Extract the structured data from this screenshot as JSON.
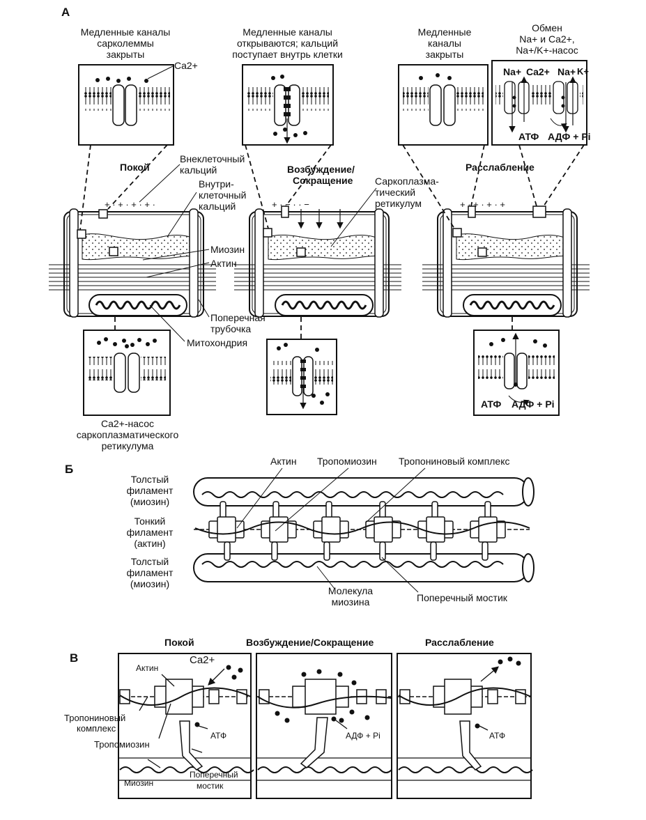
{
  "panel_a": {
    "letter": "А",
    "col1": {
      "top_caption_1": "Медленные каналы",
      "top_caption_2": "сарколеммы",
      "top_caption_3": "закрыты",
      "ion_label": "Ca2+",
      "state_label": "Покой",
      "bottom_caption_1": "Ca2+-насос",
      "bottom_caption_2": "саркоплазматического",
      "bottom_caption_3": "ретикулума"
    },
    "col2": {
      "top_caption_1": "Медленные каналы",
      "top_caption_2": "открываются; кальций",
      "top_caption_3": "поступает внутрь клетки",
      "state_label_1": "Возбуждение/",
      "state_label_2": "Сокращение"
    },
    "col3": {
      "top_caption_1": "Медленные",
      "top_caption_2": "каналы",
      "top_caption_3": "закрыты",
      "exchange_1": "Обмен",
      "exchange_2": "Na+ и Ca2+,",
      "exchange_3": "Na+/K+-насос",
      "state_label": "Расслабление",
      "box_na1": "Na+",
      "box_ca": "Ca2+",
      "box_na2": "Na+",
      "box_k": "K+",
      "box_atp": "АТФ",
      "box_adp": "АДФ + Pi",
      "bottom_atp": "АТФ",
      "bottom_adp": "АДФ + Pi"
    },
    "labels": {
      "extracellular_1": "Внеклеточный",
      "extracellular_2": "кальций",
      "intracellular_1": "Внутри-",
      "intracellular_2": "клеточный",
      "intracellular_3": "кальций",
      "myosin": "Миозин",
      "actin": "Актин",
      "t_tubule_1": "Поперечная",
      "t_tubule_2": "трубочка",
      "mitochondria": "Митохондрия",
      "sr_1": "Саркоплазма-",
      "sr_2": "тический",
      "sr_3": "ретикулум"
    }
  },
  "panel_b": {
    "letter": "Б",
    "actin": "Актин",
    "tropomyosin": "Тропомиозин",
    "troponin": "Тропониновый комплекс",
    "thick1_1": "Толстый",
    "thick1_2": "филамент",
    "thick1_3": "(миозин)",
    "thin_1": "Тонкий",
    "thin_2": "филамент",
    "thin_3": "(актин)",
    "thick2_1": "Толстый",
    "thick2_2": "филамент",
    "thick2_3": "(миозин)",
    "myosin_mol_1": "Молекула",
    "myosin_mol_2": "миозина",
    "crossbridge": "Поперечный мостик"
  },
  "panel_c": {
    "letter": "В",
    "state1": "Покой",
    "state2": "Возбуждение/Сокращение",
    "state3": "Расслабление",
    "actin": "Актин",
    "ca": "Ca2+",
    "troponin_1": "Тропониновый",
    "troponin_2": "комплекс",
    "tropomyosin": "Тропомиозин",
    "atp1": "АТФ",
    "crossbridge_1": "Поперечный",
    "crossbridge_2": "мостик",
    "myosin": "Миозин",
    "adp": "АДФ + Pi",
    "atp3": "АТФ"
  }
}
